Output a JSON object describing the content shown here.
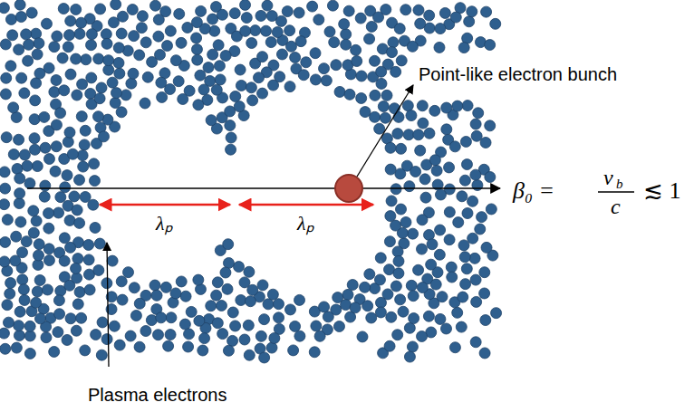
{
  "diagram": {
    "labels": [
      "Point-like electron bunch",
      "λₚ",
      "λₚ",
      "Plasma electrons",
      "β₀ =",
      "v",
      "b",
      "c",
      "≲ 1"
    ]
  }
}
